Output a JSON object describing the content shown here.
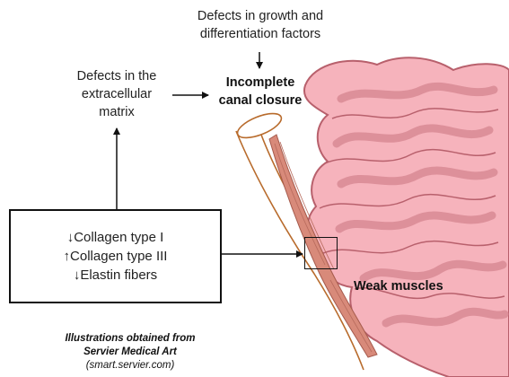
{
  "labels": {
    "growth_factors": [
      "Defects in growth and",
      "differentiation factors"
    ],
    "ecm": [
      "Defects in the",
      "extracellular",
      "matrix"
    ],
    "canal_closure": [
      "Incomplete",
      "canal closure"
    ],
    "weak_muscles": "Weak muscles"
  },
  "box": {
    "line1": "↓Collagen type I",
    "line2": "↑Collagen type III",
    "line3": "↓Elastin fibers"
  },
  "credit": {
    "line1": "Illustrations obtained from",
    "line2": "Servier Medical Art",
    "line3": "(smart.servier.com)"
  },
  "colors": {
    "intestine_fill": "#f6b3bc",
    "intestine_outline": "#b8606c",
    "fascia_line": "#b86b2c",
    "muscle_fill": "#d88a7a"
  }
}
